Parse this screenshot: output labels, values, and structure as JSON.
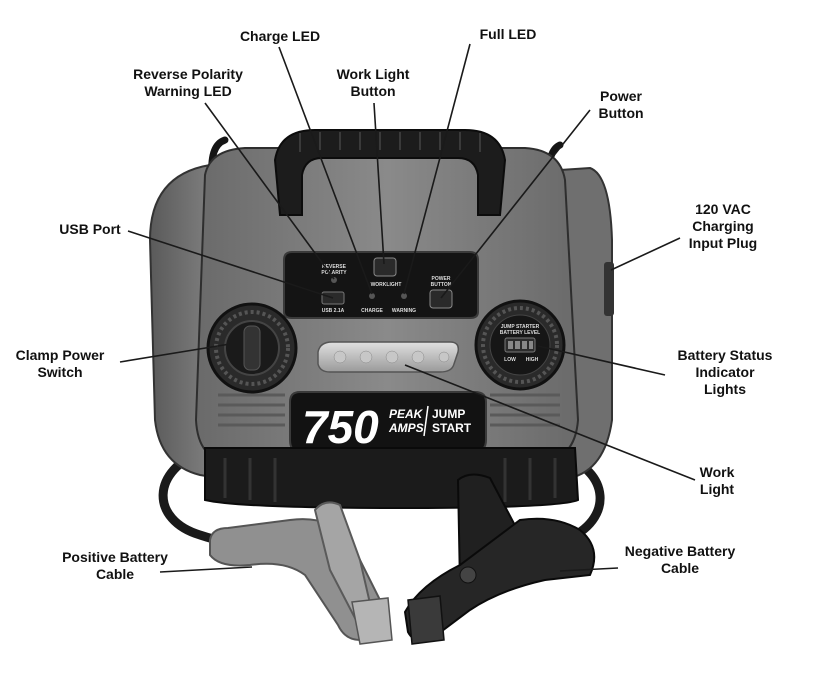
{
  "labels": {
    "charge_led": "Charge LED",
    "full_led": "Full LED",
    "reverse_polarity": [
      "Reverse Polarity",
      "Warning LED"
    ],
    "work_light_button": [
      "Work Light",
      "Button"
    ],
    "power_button": [
      "Power",
      "Button"
    ],
    "charging_input": [
      "120 VAC",
      "Charging",
      "Input Plug"
    ],
    "usb_port": "USB Port",
    "clamp_power_switch": [
      "Clamp Power",
      "Switch"
    ],
    "battery_status": [
      "Battery Status",
      "Indicator",
      "Lights"
    ],
    "work_light": [
      "Work",
      "Light"
    ],
    "positive_cable": [
      "Positive Battery",
      "Cable"
    ],
    "negative_cable": [
      "Negative Battery",
      "Cable"
    ]
  },
  "device": {
    "amps": "750",
    "peak_amps": [
      "PEAK",
      "AMPS"
    ],
    "jump_start": [
      "JUMP",
      "START"
    ],
    "panel_reverse": [
      "REVERSE",
      "POLARITY"
    ],
    "panel_worklight": "WORKLIGHT",
    "panel_power": [
      "POWER",
      "BUTTON"
    ],
    "panel_usb": "USB 2.1A",
    "panel_charge": "CHARGE",
    "panel_warning": "WARNING",
    "battery_title": [
      "JUMP STARTER",
      "BATTERY LEVEL"
    ],
    "battery_low": "LOW",
    "battery_high": "HIGH"
  },
  "colors": {
    "body_gray": "#7b7b7b",
    "dark": "#1e1e1e",
    "red_clamp": "#8e8e8e",
    "black_clamp": "#222222"
  }
}
